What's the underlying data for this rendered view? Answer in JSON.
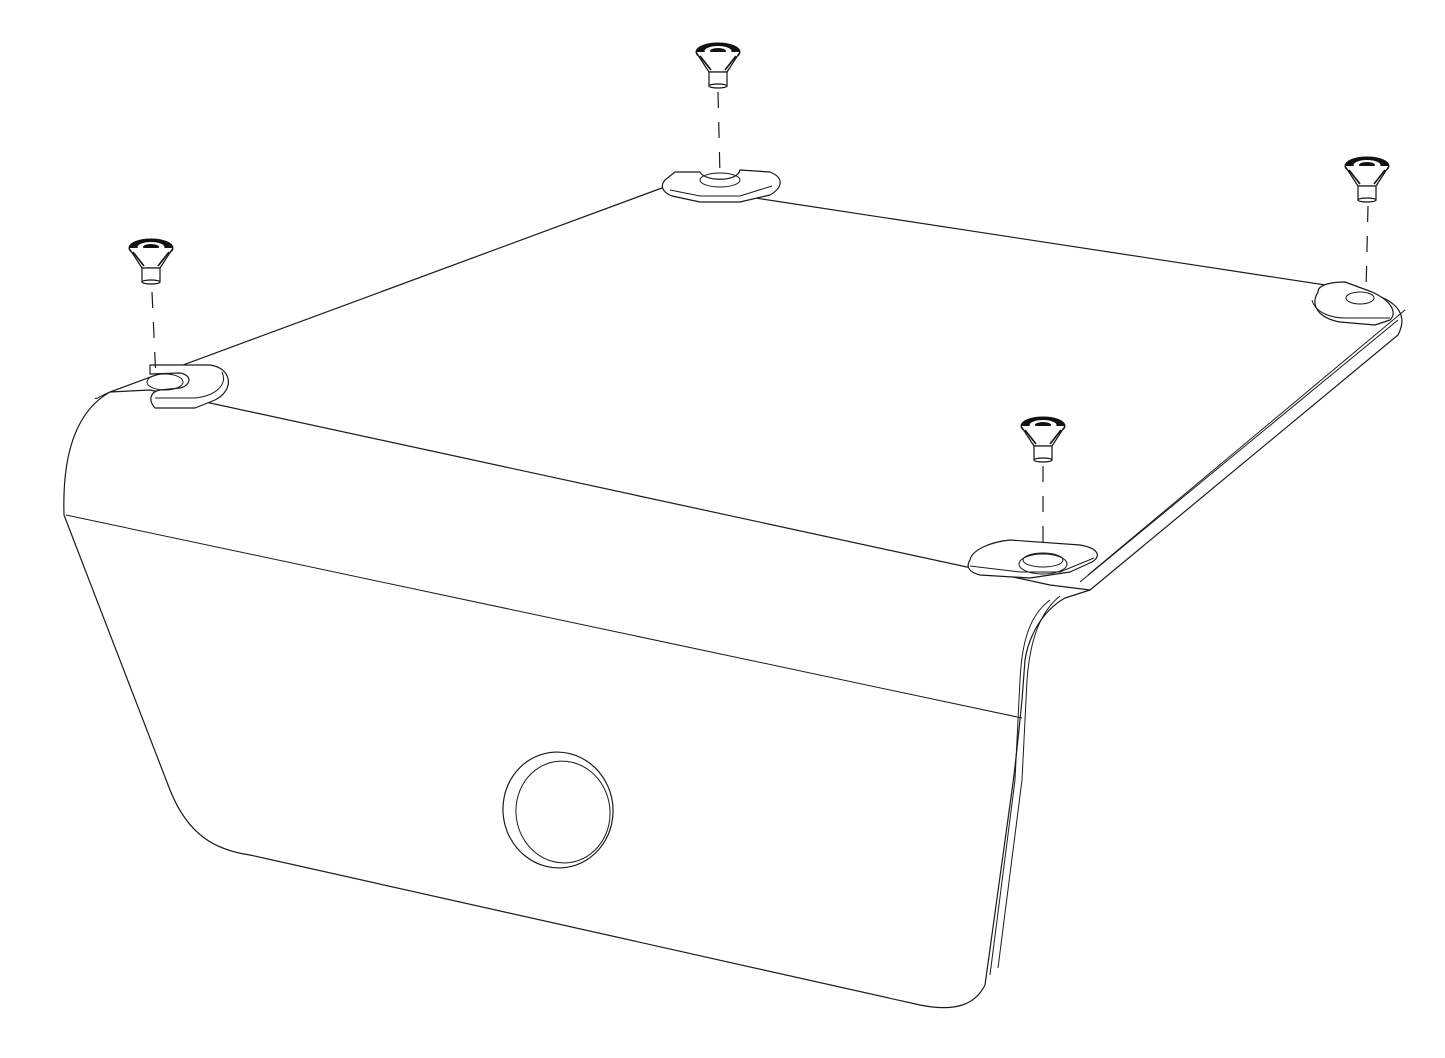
{
  "diagram": {
    "kind": "exploded assembly line drawing",
    "parts": {
      "bracket": {
        "name": "bent-plate-bracket"
      },
      "screws": [
        {
          "name": "countersunk-screw-1"
        },
        {
          "name": "countersunk-screw-2"
        },
        {
          "name": "countersunk-screw-3"
        },
        {
          "name": "countersunk-screw-4"
        }
      ]
    },
    "colors": {
      "line": "#1a1a1a",
      "background": "#ffffff",
      "screw_head": "#111111"
    }
  }
}
